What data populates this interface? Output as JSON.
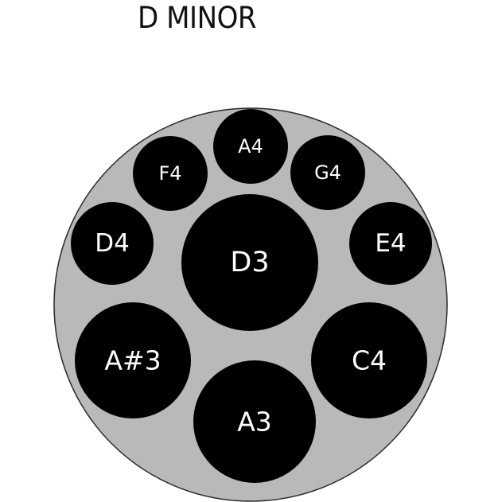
{
  "title": "D MINOR",
  "colors": {
    "body": "#b9b9b9",
    "outline": "#2a2a2a",
    "tone_field": "#000000",
    "label": "#ffffff"
  },
  "notes": [
    {
      "id": "d3",
      "label": "D3"
    },
    {
      "id": "a3",
      "label": "A3"
    },
    {
      "id": "as3",
      "label": "A#3"
    },
    {
      "id": "c4",
      "label": "C4"
    },
    {
      "id": "d4",
      "label": "D4"
    },
    {
      "id": "e4",
      "label": "E4"
    },
    {
      "id": "f4",
      "label": "F4"
    },
    {
      "id": "g4",
      "label": "G4"
    },
    {
      "id": "a4",
      "label": "A4"
    }
  ]
}
